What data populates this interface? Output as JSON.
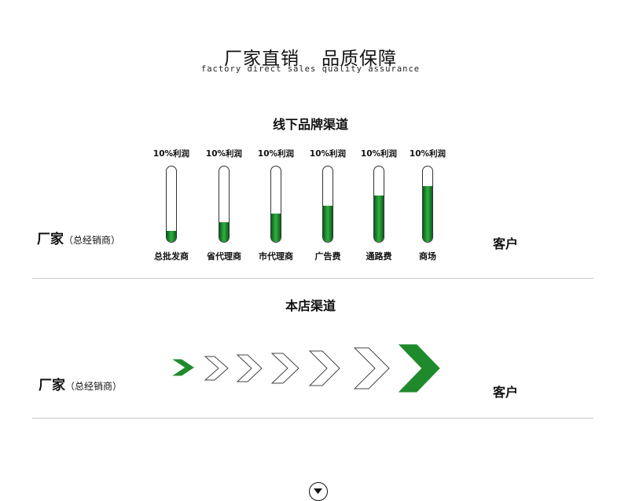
{
  "header": {
    "title_part1": "厂家直销",
    "title_part2": "品质保障",
    "subtitle": "factory direct sales quality assurance"
  },
  "offline": {
    "title": "线下品牌渠道",
    "factory": "厂家",
    "factory_note": "（总经销商）",
    "customer": "客户",
    "channels": [
      {
        "profit": "10%利润",
        "label": "总批发商",
        "level": 0.15
      },
      {
        "profit": "10%利润",
        "label": "省代理商",
        "level": 0.26
      },
      {
        "profit": "10%利润",
        "label": "市代理商",
        "level": 0.37
      },
      {
        "profit": "10%利润",
        "label": "广告费",
        "level": 0.48
      },
      {
        "profit": "10%利润",
        "label": "通路费",
        "level": 0.61
      },
      {
        "profit": "10%利润",
        "label": "商场",
        "level": 0.74
      }
    ]
  },
  "store": {
    "title": "本店渠道",
    "factory": "厂家",
    "factory_note": "（总经销商）",
    "customer": "客户"
  },
  "colors": {
    "accent_green": "#1f8a2c",
    "divider": "#c9c9c9"
  },
  "icons": {
    "arrow": "chevron-right-icon",
    "scroll": "chevron-down-icon"
  }
}
